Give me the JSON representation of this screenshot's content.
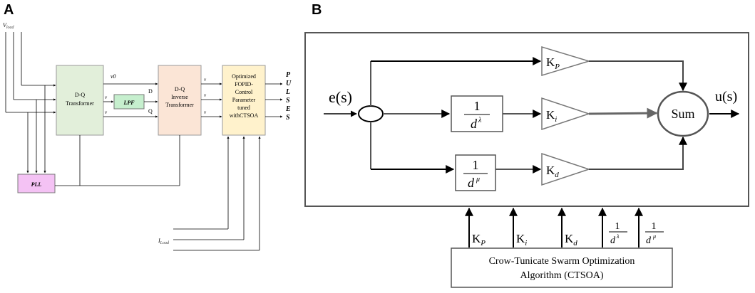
{
  "panel_a": {
    "letter": "A",
    "input_top_label": "V",
    "input_top_sub": "load",
    "input_bottom_label": "I",
    "input_bottom_sub": "Load",
    "dq_block_line1": "D-Q",
    "dq_block_line2": "Transformer",
    "lpf_label": "LPF",
    "inverse_block_line1": "D-Q",
    "inverse_block_line2": "Inverse",
    "inverse_block_line3": "Transformer",
    "optimized_block_lines": [
      "Optimized",
      "FOPID-",
      "Control",
      "Parameter",
      "tuned",
      "withCTSOA"
    ],
    "pulses_letters": [
      "P",
      "U",
      "L",
      "S",
      "E",
      "S"
    ],
    "pll_label": "PLL",
    "signal_v0": "v0",
    "signal_d": "D",
    "signal_q": "Q",
    "signal_vd": "v",
    "signal_vq": "v",
    "signal_out1": "v",
    "signal_out2": "v",
    "signal_out3": "v",
    "colors": {
      "dq_fill": "#e2efda",
      "lpf_fill": "#c6efce",
      "inverse_fill": "#fbe5d6",
      "optimized_fill": "#fff2cc",
      "pll_fill": "#f4c2f4"
    }
  },
  "panel_b": {
    "letter": "B",
    "input_label": "e(s)",
    "output_label": "u(s)",
    "sum_label": "Sum",
    "gain_kp": "K",
    "gain_kp_sub": "P",
    "gain_ki": "K",
    "gain_ki_sub": "i",
    "gain_kd": "K",
    "gain_kd_sub": "d",
    "integ_num": "1",
    "integ_den": "d",
    "integ_exp": "λ",
    "deriv_num": "1",
    "deriv_den": "d",
    "deriv_exp": "μ",
    "param_kp": "K",
    "param_kp_sub": "P",
    "param_ki": "K",
    "param_ki_sub": "i",
    "param_kd": "K",
    "param_kd_sub": "d",
    "param_lambda_num": "1",
    "param_lambda_den": "d",
    "param_lambda_exp": "λ",
    "param_mu_num": "1",
    "param_mu_den": "d",
    "param_mu_exp": "μ",
    "optimizer_line1": "Crow-Tunicate Swarm Optimization",
    "optimizer_line2": "Algorithm (CTSOA)"
  }
}
